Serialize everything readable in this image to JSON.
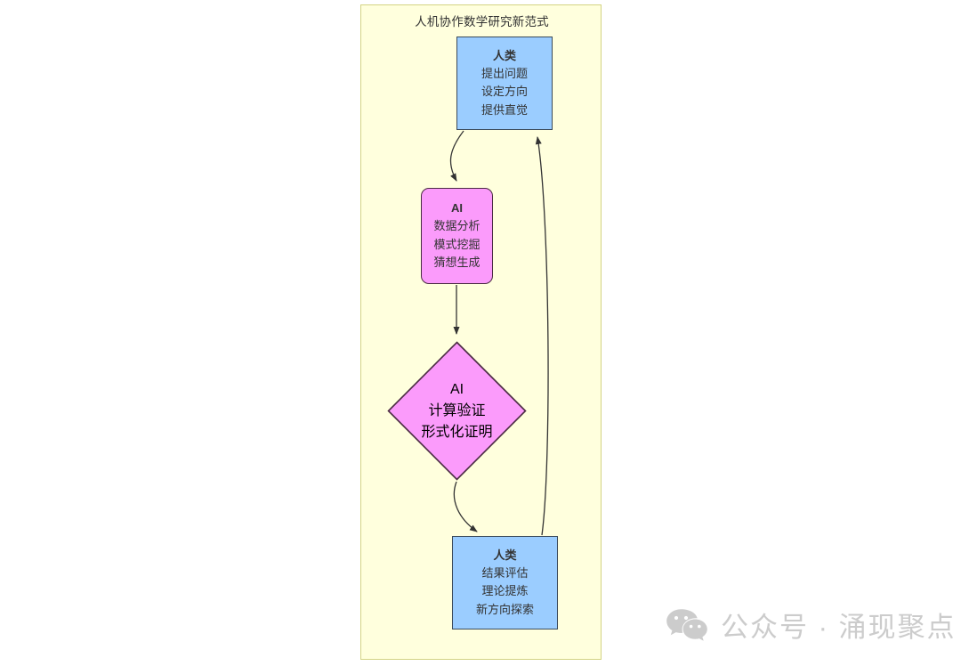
{
  "diagram": {
    "title": "人机协作数学研究新范式",
    "background_color": "#ffffdd",
    "border_color": "#d3d383",
    "nodes": [
      {
        "id": "human-top",
        "shape": "rect",
        "role": "人类",
        "fill": "#9bcdff",
        "stroke": "#3b4a5a",
        "lines": [
          "提出问题",
          "设定方向",
          "提供直觉"
        ]
      },
      {
        "id": "ai-analysis",
        "shape": "rounded-rect",
        "role": "AI",
        "fill": "#fb9bfb",
        "stroke": "#4a2b42",
        "lines": [
          "数据分析",
          "模式挖掘",
          "猜想生成"
        ]
      },
      {
        "id": "ai-verify",
        "shape": "diamond",
        "role": "AI",
        "fill": "#fb9bfb",
        "stroke": "#4a2b42",
        "lines": [
          "计算验证",
          "形式化证明"
        ]
      },
      {
        "id": "human-bottom",
        "shape": "rect",
        "role": "人类",
        "fill": "#9bcdff",
        "stroke": "#3b4a5a",
        "lines": [
          "结果评估",
          "理论提炼",
          "新方向探索"
        ]
      }
    ],
    "edges": [
      {
        "from": "human-top",
        "to": "ai-analysis",
        "label": ""
      },
      {
        "from": "ai-analysis",
        "to": "ai-verify",
        "label": ""
      },
      {
        "from": "ai-verify",
        "to": "human-bottom",
        "label": ""
      },
      {
        "from": "human-bottom",
        "to": "human-top",
        "label": ""
      }
    ]
  },
  "watermark": {
    "icon": "wechat-icon",
    "text": "公众号 · 涌现聚点",
    "color": "#cccccc"
  }
}
